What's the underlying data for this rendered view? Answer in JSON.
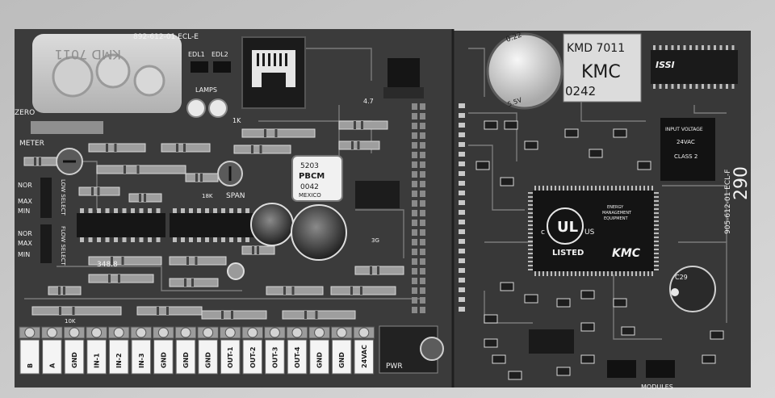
{
  "board": {
    "part_left": "892-612-01 ECL-E",
    "part_right": "905-612-01 ECL-F",
    "board_no": "290",
    "edl1": "EDL1",
    "edl2": "EDL2",
    "lamps": "LAMPS",
    "zero": "ZERO",
    "meter": "METER",
    "span": "SPAN",
    "low_select": "LOW SELECT",
    "flow_select": "FLOW SELECT",
    "nor_1": "NOR",
    "max_1": "MAX",
    "min_1": "MIN",
    "nor_2": "NOR",
    "max_2": "MAX",
    "min_2": "MIN",
    "pwr": "PWR",
    "modules": "MODULES",
    "cap_value": "0.22",
    "cap_extra": "5.5V",
    "c29": "C29",
    "res_label": "348.8",
    "label_1k": "1K",
    "label_4_7": "4.7",
    "label_10k": "10K",
    "label_18k": "18K",
    "label_3g": "3G"
  },
  "chip_labels": {
    "kmd_top": "KMD 7011",
    "kmc": "KMC",
    "code_0242": "0242",
    "issi": "ISSI",
    "mcu_line1": "5203",
    "mcu_brand": "PBCM",
    "mcu_line2": "0042",
    "mcu_line3": "MEXICO",
    "input_voltage": "INPUT VOLTAGE",
    "vac": "24VAC",
    "class2": "CLASS 2",
    "ul": "UL",
    "c_mark": "c",
    "us": "US",
    "listed": "LISTED",
    "energy_line1": "ENERGY",
    "energy_line2": "MANAGEMENT",
    "energy_line3": "EQUIPMENT",
    "kmc_logo": "KMC",
    "ghost_text": "KMD 7011"
  },
  "terminals": [
    "B",
    "A",
    "GND",
    "IN-1",
    "IN-2",
    "IN-3",
    "GND",
    "GND",
    "GND",
    "OUT-1",
    "OUT-2",
    "OUT-3",
    "OUT-4",
    "GND",
    "GND",
    "24VAC"
  ]
}
